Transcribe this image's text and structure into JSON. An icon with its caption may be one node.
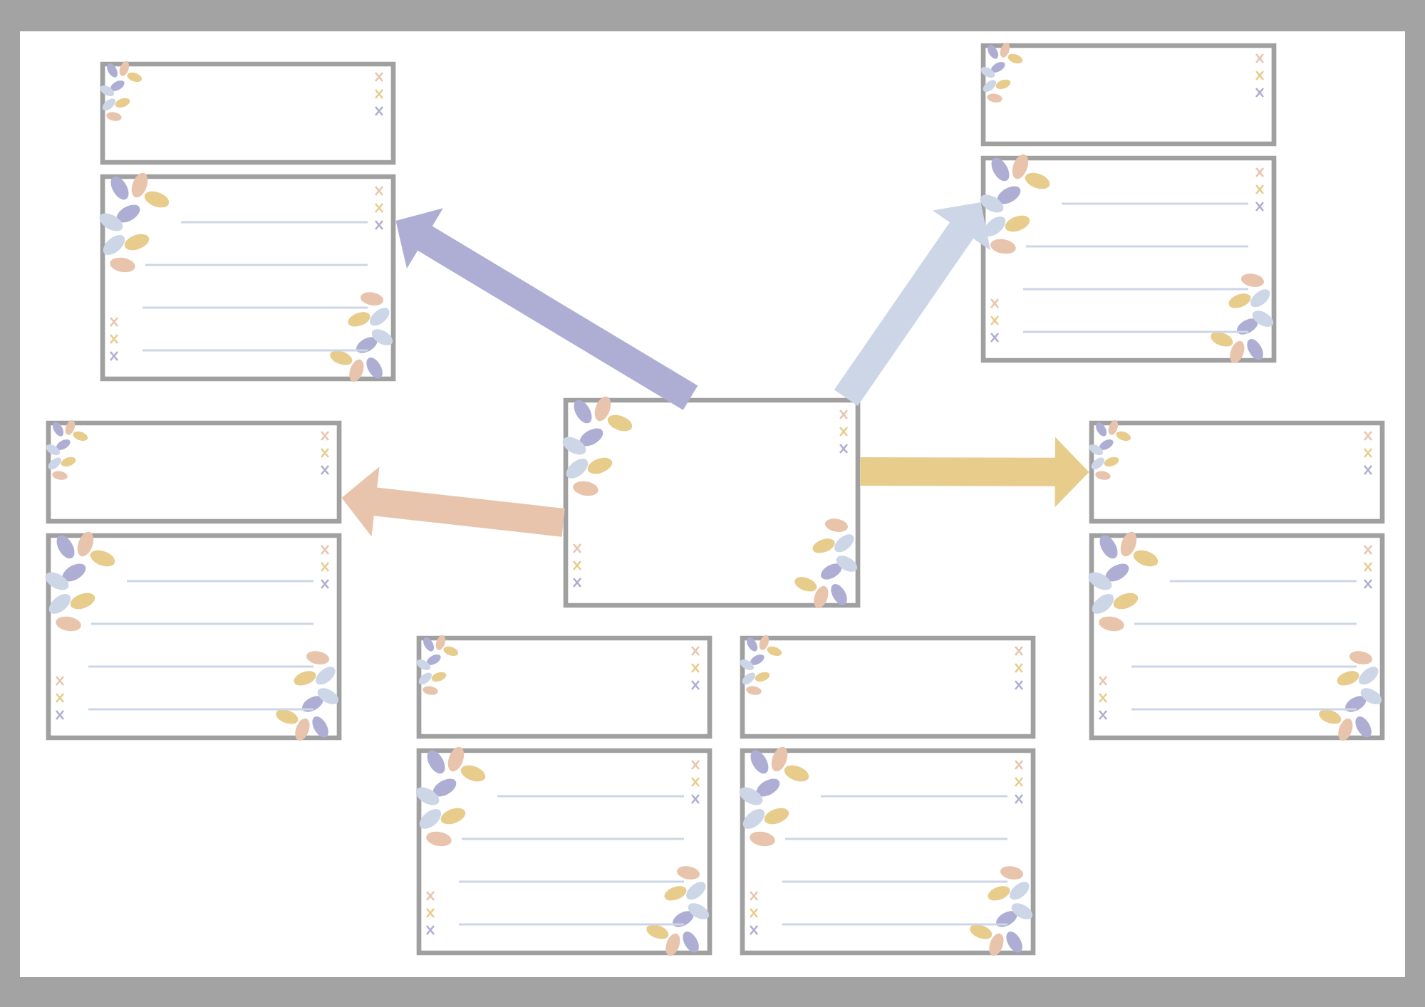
{
  "diagram": {
    "nodes": [
      {
        "text": [],
        "shape": "box"
      },
      {
        "text": [],
        "shape": "box"
      },
      {
        "text": [],
        "shape": "box"
      },
      {
        "text": [],
        "shape": "box"
      },
      {
        "text": [],
        "shape": "box"
      },
      {
        "text": [],
        "shape": "box"
      },
      {
        "text": [],
        "shape": "box"
      },
      {
        "text": [],
        "shape": "box"
      },
      {
        "text": [],
        "shape": "box"
      },
      {
        "text": [],
        "shape": "box"
      },
      {
        "text": [],
        "shape": "box"
      },
      {
        "text": [],
        "shape": "box"
      },
      {
        "text": [],
        "shape": "box"
      }
    ],
    "edges": [
      {
        "from": 4,
        "to": 2,
        "arrow": "to",
        "color": "#aeaed4"
      },
      {
        "from": 4,
        "to": 3,
        "arrow": "to",
        "color": "#ccd6e6"
      },
      {
        "from": 4,
        "to": 5,
        "arrow": "to",
        "color": "#e8c4ad"
      },
      {
        "from": 4,
        "to": 6,
        "arrow": "to",
        "color": "#e8cc8c"
      }
    ]
  }
}
